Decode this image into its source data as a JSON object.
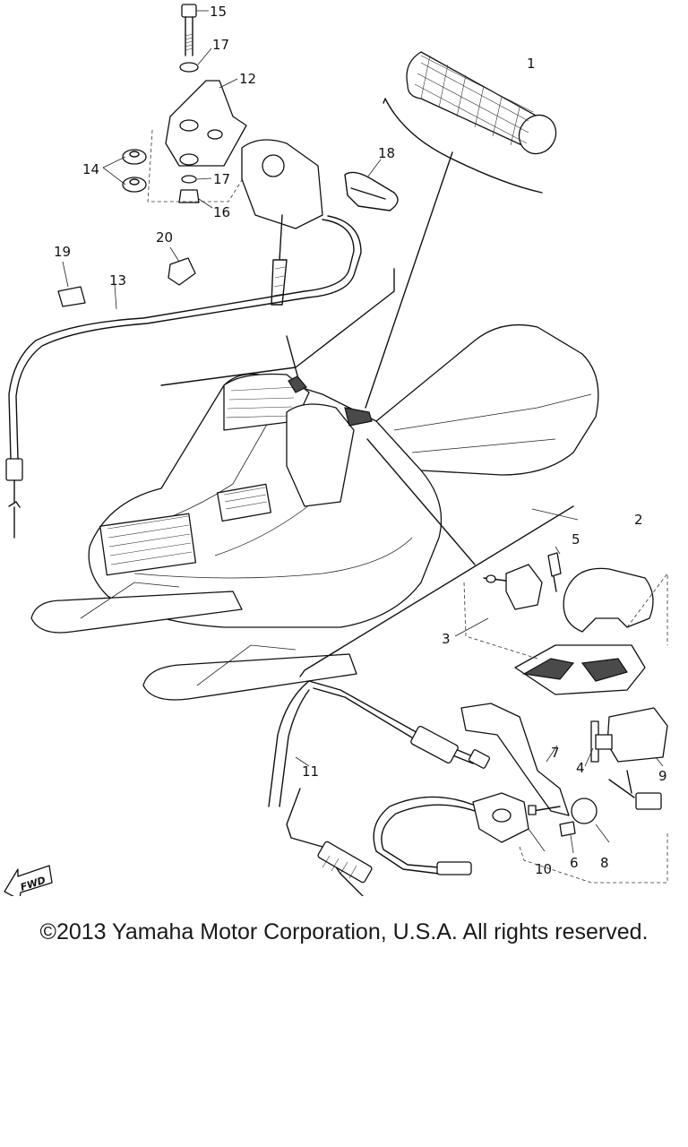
{
  "callouts": {
    "c1": "1",
    "c2": "2",
    "c3": "3",
    "c4": "4",
    "c5": "5",
    "c6": "6",
    "c7": "7",
    "c8": "8",
    "c9": "9",
    "c10": "10",
    "c11": "11",
    "c12": "12",
    "c13": "13",
    "c14": "14",
    "c15": "15",
    "c16": "16",
    "c17a": "17",
    "c17b": "17",
    "c18": "18",
    "c19": "19",
    "c20": "20"
  },
  "fwd_label": "FWD",
  "copyright": "©2013 Yamaha Motor Corporation, U.S.A. All rights reserved."
}
